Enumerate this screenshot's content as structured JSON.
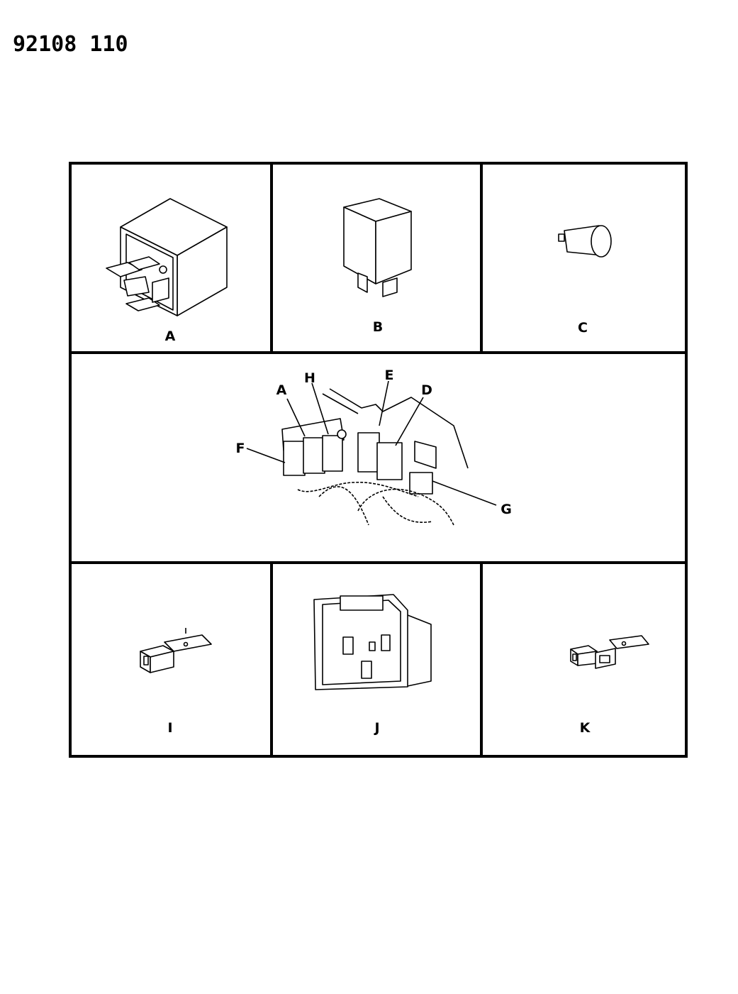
{
  "header": {
    "drawing_number": "92108 110"
  },
  "panels": {
    "a": {
      "label": "A"
    },
    "b": {
      "label": "B"
    },
    "c": {
      "label": "C"
    },
    "i": {
      "label": "I"
    },
    "j": {
      "label": "J"
    },
    "k": {
      "label": "K"
    }
  },
  "location_view": {
    "callouts": {
      "a": "A",
      "h": "H",
      "e": "E",
      "d": "D",
      "f": "F",
      "g": "G"
    }
  }
}
